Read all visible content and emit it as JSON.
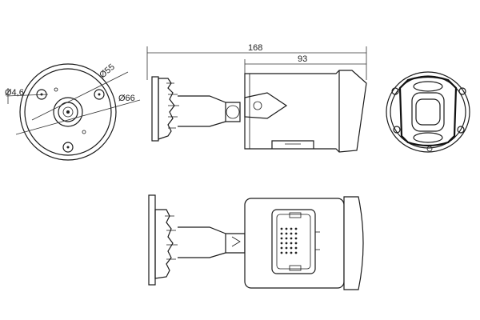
{
  "dimensions": {
    "total_length": "168",
    "housing_length": "93",
    "mount_hole": "Ø4,6",
    "bolt_circle": "Ø55",
    "base_diameter": "Ø66"
  },
  "colors": {
    "line": "#1a1a1a",
    "background": "#ffffff"
  },
  "views": [
    "base-plate-view",
    "side-view-top",
    "front-view",
    "side-view-bottom"
  ]
}
